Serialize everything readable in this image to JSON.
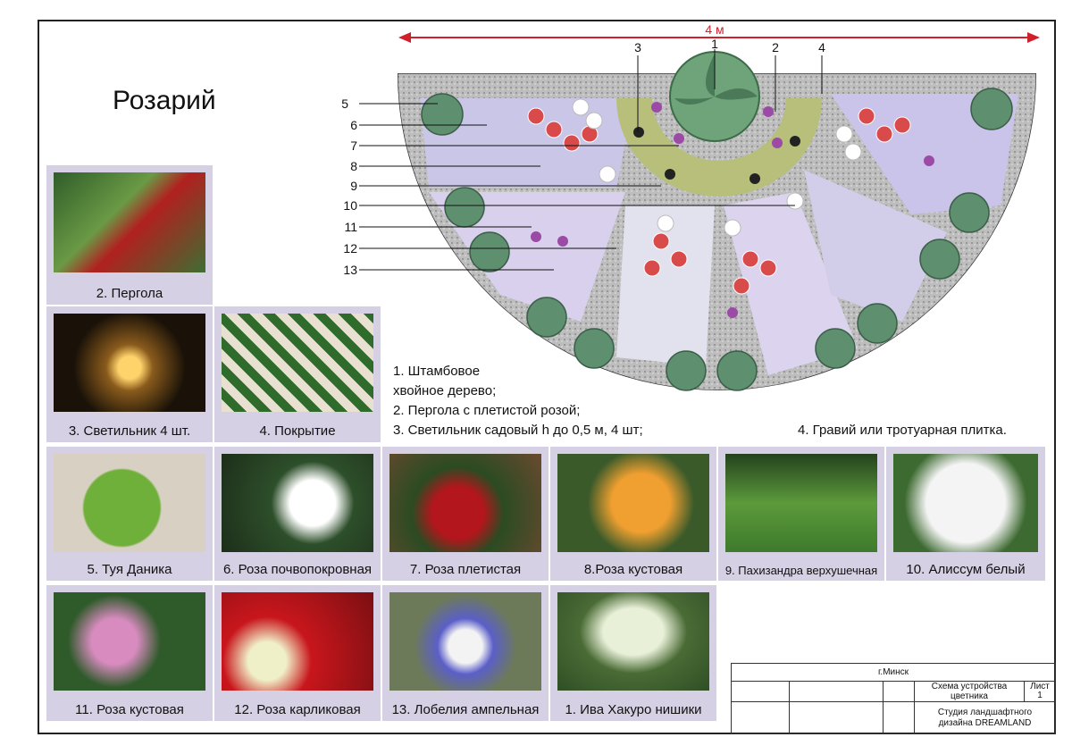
{
  "page_title": "Розарий",
  "dimension": "4 м",
  "callouts_left": [
    "5",
    "6",
    "7",
    "8",
    "9",
    "10",
    "11",
    "12",
    "13"
  ],
  "callouts_top": [
    "3",
    "1",
    "2",
    "4"
  ],
  "legend": {
    "l1a": "1. Штамбовое",
    "l1b": "хвойное дерево;",
    "l2": "2. Пергола с плетистой розой;",
    "l3": "3. Светильник садовый h до 0,5 м, 4 шт;",
    "l4": "4. Гравий или тротуарная плитка."
  },
  "tiles": [
    {
      "caption": "2. Пергола",
      "icon": "pergola-roses-photo"
    },
    {
      "caption": "3. Светильник 4 шт.",
      "icon": "garden-lights-photo"
    },
    {
      "caption": "4. Покрытие",
      "icon": "paving-photo"
    },
    {
      "caption": "5. Туя Даника",
      "icon": "thuja-photo"
    },
    {
      "caption": "6. Роза почвопокровная",
      "icon": "groundcover-rose-photo"
    },
    {
      "caption": "7. Роза плетистая",
      "icon": "climbing-rose-photo"
    },
    {
      "caption": "8.Роза кустовая",
      "icon": "orange-rose-photo"
    },
    {
      "caption": "9. Пахизандра верхушечная",
      "icon": "pachysandra-photo"
    },
    {
      "caption": "10. Алиссум белый",
      "icon": "alyssum-photo"
    },
    {
      "caption": "11. Роза кустовая",
      "icon": "pink-rose-photo"
    },
    {
      "caption": "12. Роза карликовая",
      "icon": "dwarf-rose-photo"
    },
    {
      "caption": "13. Лобелия ампельная",
      "icon": "lobelia-basket-photo"
    },
    {
      "caption": "1. Ива Хакуро нишики",
      "icon": "willow-photo"
    }
  ],
  "stamp": {
    "city": "г.Минск",
    "scheme": "Схема устройства цветника",
    "sheet_label": "Лист",
    "sheet_no": "1",
    "studio_a": "Студия ландшафтного",
    "studio_b": "дизайна DREAMLAND"
  },
  "colors": {
    "tile_bg": "#d6d0e4",
    "arrow": "#d0212b",
    "gravel": "#b8b8b8",
    "olive": "#b8bf7a"
  }
}
